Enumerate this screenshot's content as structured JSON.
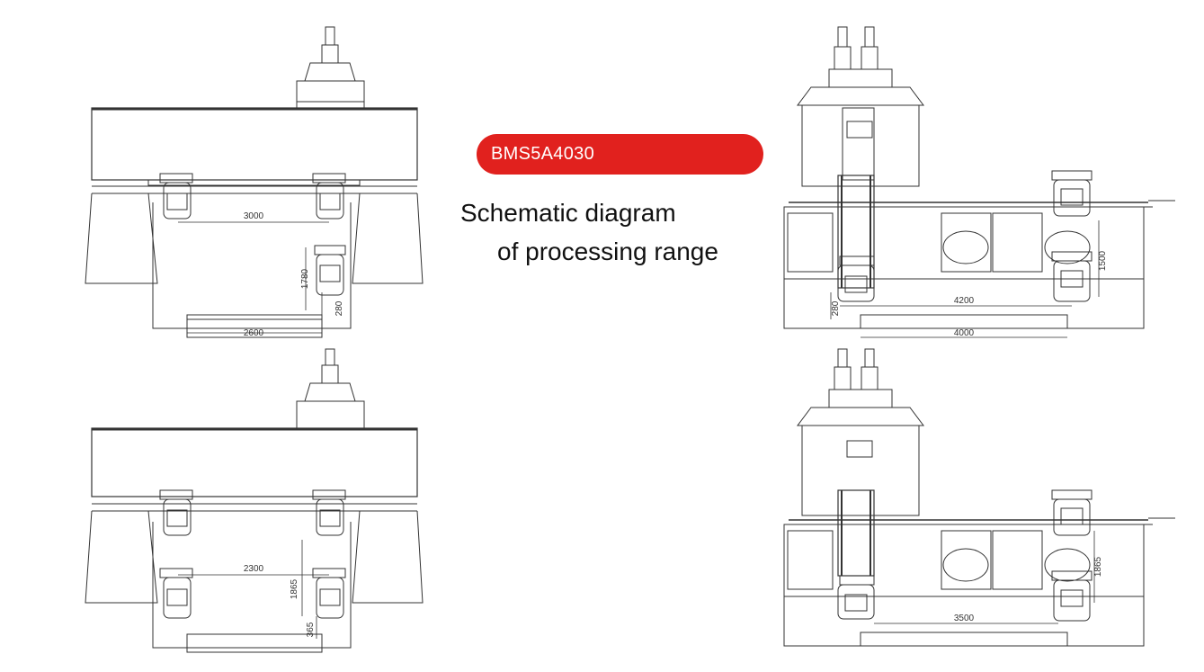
{
  "model": "BMS5A4030",
  "title": {
    "line1": "Schematic diagram",
    "line2": "of processing range"
  },
  "diagrams": {
    "front_top": {
      "span_top": "3000",
      "vertical": "1780",
      "offset": "280",
      "span_bottom": "2600"
    },
    "front_bottom": {
      "span_top": "2300",
      "vertical": "1865",
      "offset": "365"
    },
    "side_top": {
      "vertical": "1500",
      "offset": "280",
      "travel": "4200",
      "table": "4000"
    },
    "side_bottom": {
      "vertical": "1865",
      "travel": "3500"
    }
  }
}
